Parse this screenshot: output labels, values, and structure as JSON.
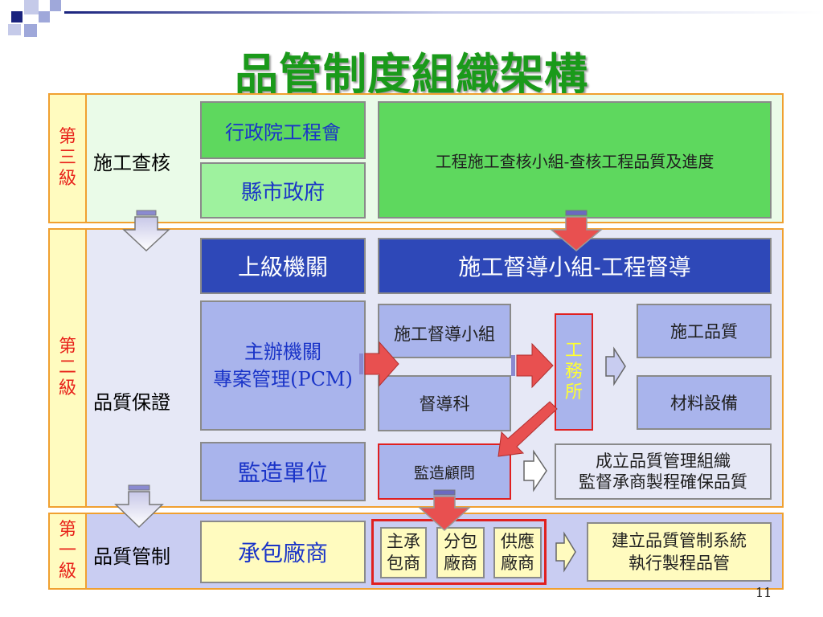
{
  "title": "品管制度組織架構",
  "page_number": "11",
  "levels": {
    "third": {
      "label": "第三級",
      "section": "施工查核"
    },
    "second": {
      "label": "第二級",
      "section": "品質保證"
    },
    "first": {
      "label": "第一級",
      "section": "品質管制"
    }
  },
  "third": {
    "box_exec": "行政院工程會",
    "box_county": "縣市政府",
    "box_audit": "工程施工查核小組-查核工程品質及進度"
  },
  "second": {
    "box_superior": "上級機關",
    "box_supervise_group": "施工督導小組-工程督導",
    "box_host_line1": "主辦機關",
    "box_host_line2": "專案管理(PCM)",
    "box_sg_small": "施工督導小組",
    "box_dept": "督導科",
    "box_works_office": "工務所",
    "box_quality": "施工品質",
    "box_material": "材料設備",
    "box_supervision_unit": "監造單位",
    "box_consultant": "監造顧問",
    "box_qm_line1": "成立品質管理組織",
    "box_qm_line2": "監督承商製程確保品質"
  },
  "first": {
    "box_contractor": "承包廠商",
    "box_main_line1": "主承",
    "box_main_line2": "包商",
    "box_sub_line1": "分包",
    "box_sub_line2": "廠商",
    "box_supply_line1": "供應",
    "box_supply_line2": "廠商",
    "box_system_line1": "建立品質管制系統",
    "box_system_line2": "執行製程品管"
  },
  "colors": {
    "title": "#1a9a1a",
    "band_border": "#f0a030",
    "level_text": "#e8221a",
    "navy": "#2e48b8",
    "green": "#5ed85e",
    "light_green": "#9ef29e",
    "light_blue": "#a9b4ec",
    "cream": "#fffbbf",
    "red_arrow": "#e84848",
    "highlight_border": "#e02020"
  }
}
